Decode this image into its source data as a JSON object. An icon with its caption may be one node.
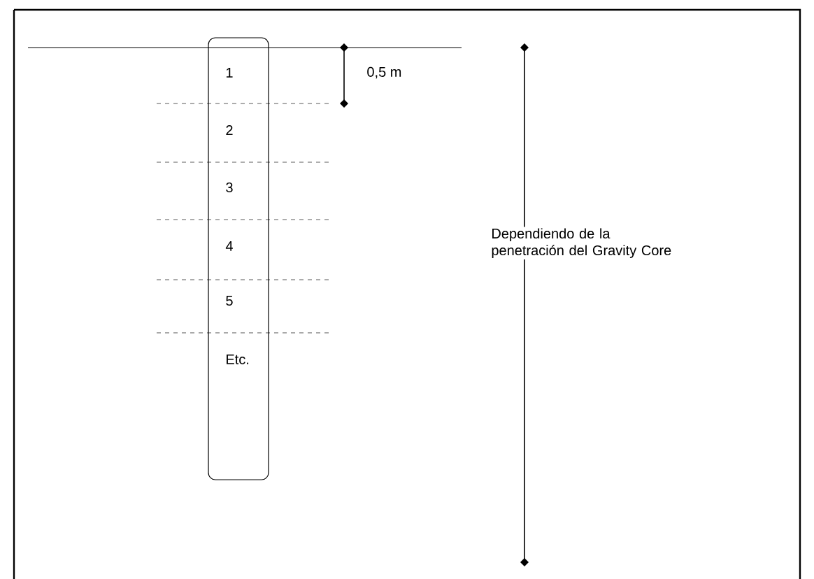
{
  "diagram": {
    "nodes": [
      {
        "text": [
          "1",
          "2",
          "3",
          "4",
          "5",
          "Etc."
        ]
      }
    ],
    "labels": [
      "0,5 m",
      "Dependiendo de la penetración del Gravity Core"
    ]
  }
}
